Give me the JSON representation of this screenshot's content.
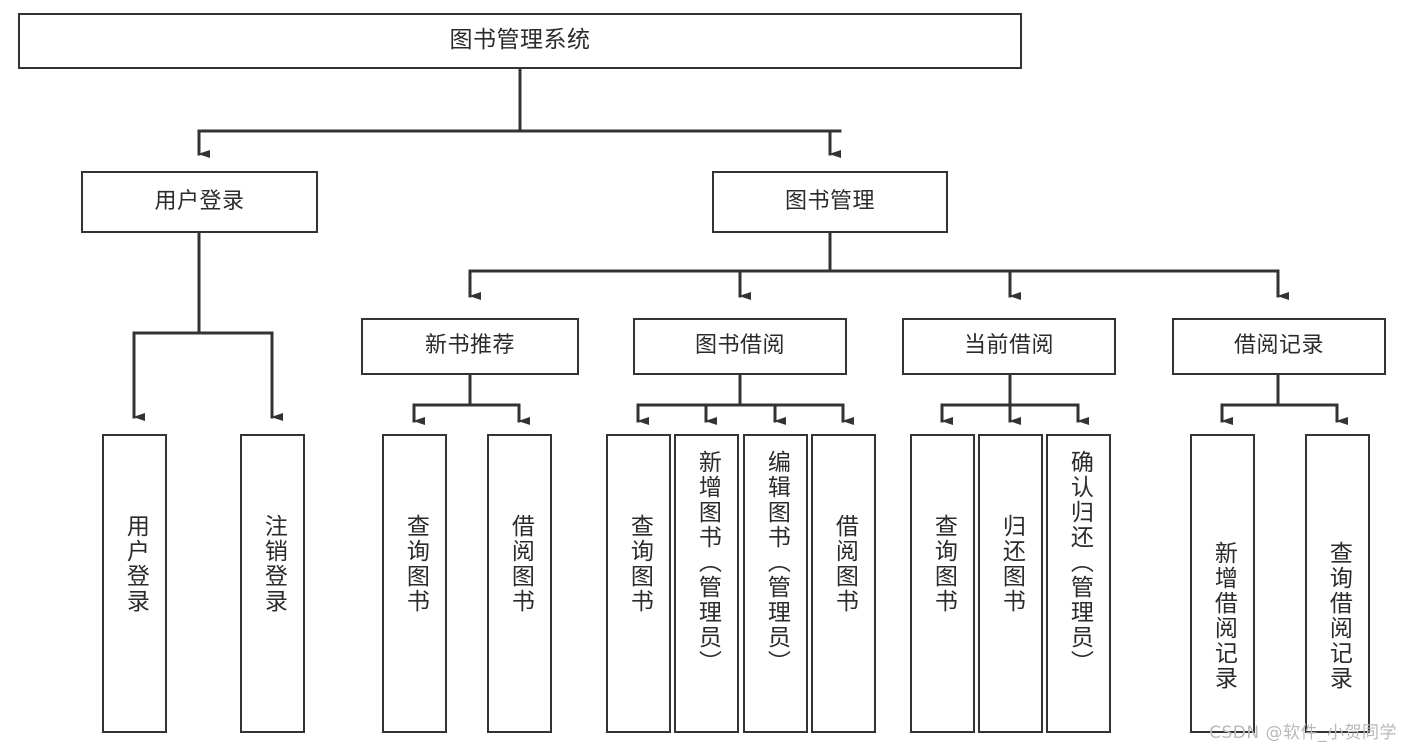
{
  "diagram": {
    "type": "tree",
    "title": "图书管理系统",
    "watermark": "CSDN @软件_小贺同学",
    "colors": {
      "box_border": "#333333",
      "box_fill": "#ffffff",
      "connector": "#333333",
      "text": "#2b2b2b",
      "watermark": "#b9b9b9",
      "page_background": "#ffffff"
    },
    "nodes": {
      "root": {
        "label": "图书管理系统"
      },
      "level2": [
        {
          "id": "user-login",
          "label": "用户登录"
        },
        {
          "id": "book-manage",
          "label": "图书管理"
        }
      ],
      "level3": [
        {
          "id": "new-book-recommend",
          "label": "新书推荐"
        },
        {
          "id": "book-borrow",
          "label": "图书借阅"
        },
        {
          "id": "current-borrow",
          "label": "当前借阅"
        },
        {
          "id": "borrow-record",
          "label": "借阅记录"
        }
      ],
      "leaves": {
        "user_login": [
          {
            "id": "leaf-user-login",
            "label": "用户登录"
          },
          {
            "id": "leaf-logout-login",
            "label": "注销登录"
          }
        ],
        "new_book_recommend": [
          {
            "id": "leaf-query-book-1",
            "label": "查询图书"
          },
          {
            "id": "leaf-borrow-book-1",
            "label": "借阅图书"
          }
        ],
        "book_borrow": [
          {
            "id": "leaf-query-book-2",
            "label": "查询图书"
          },
          {
            "id": "leaf-add-book",
            "label": "新增图书（管理员）"
          },
          {
            "id": "leaf-edit-book",
            "label": "编辑图书（管理员）"
          },
          {
            "id": "leaf-borrow-book-2",
            "label": "借阅图书"
          }
        ],
        "current_borrow": [
          {
            "id": "leaf-query-book-3",
            "label": "查询图书"
          },
          {
            "id": "leaf-return-book",
            "label": "归还图书"
          },
          {
            "id": "leaf-confirm-return",
            "label": "确认归还（管理员）"
          }
        ],
        "borrow_record": [
          {
            "id": "leaf-add-record",
            "label": "新增借阅记录"
          },
          {
            "id": "leaf-query-record",
            "label": "查询借阅记录"
          }
        ]
      }
    }
  }
}
